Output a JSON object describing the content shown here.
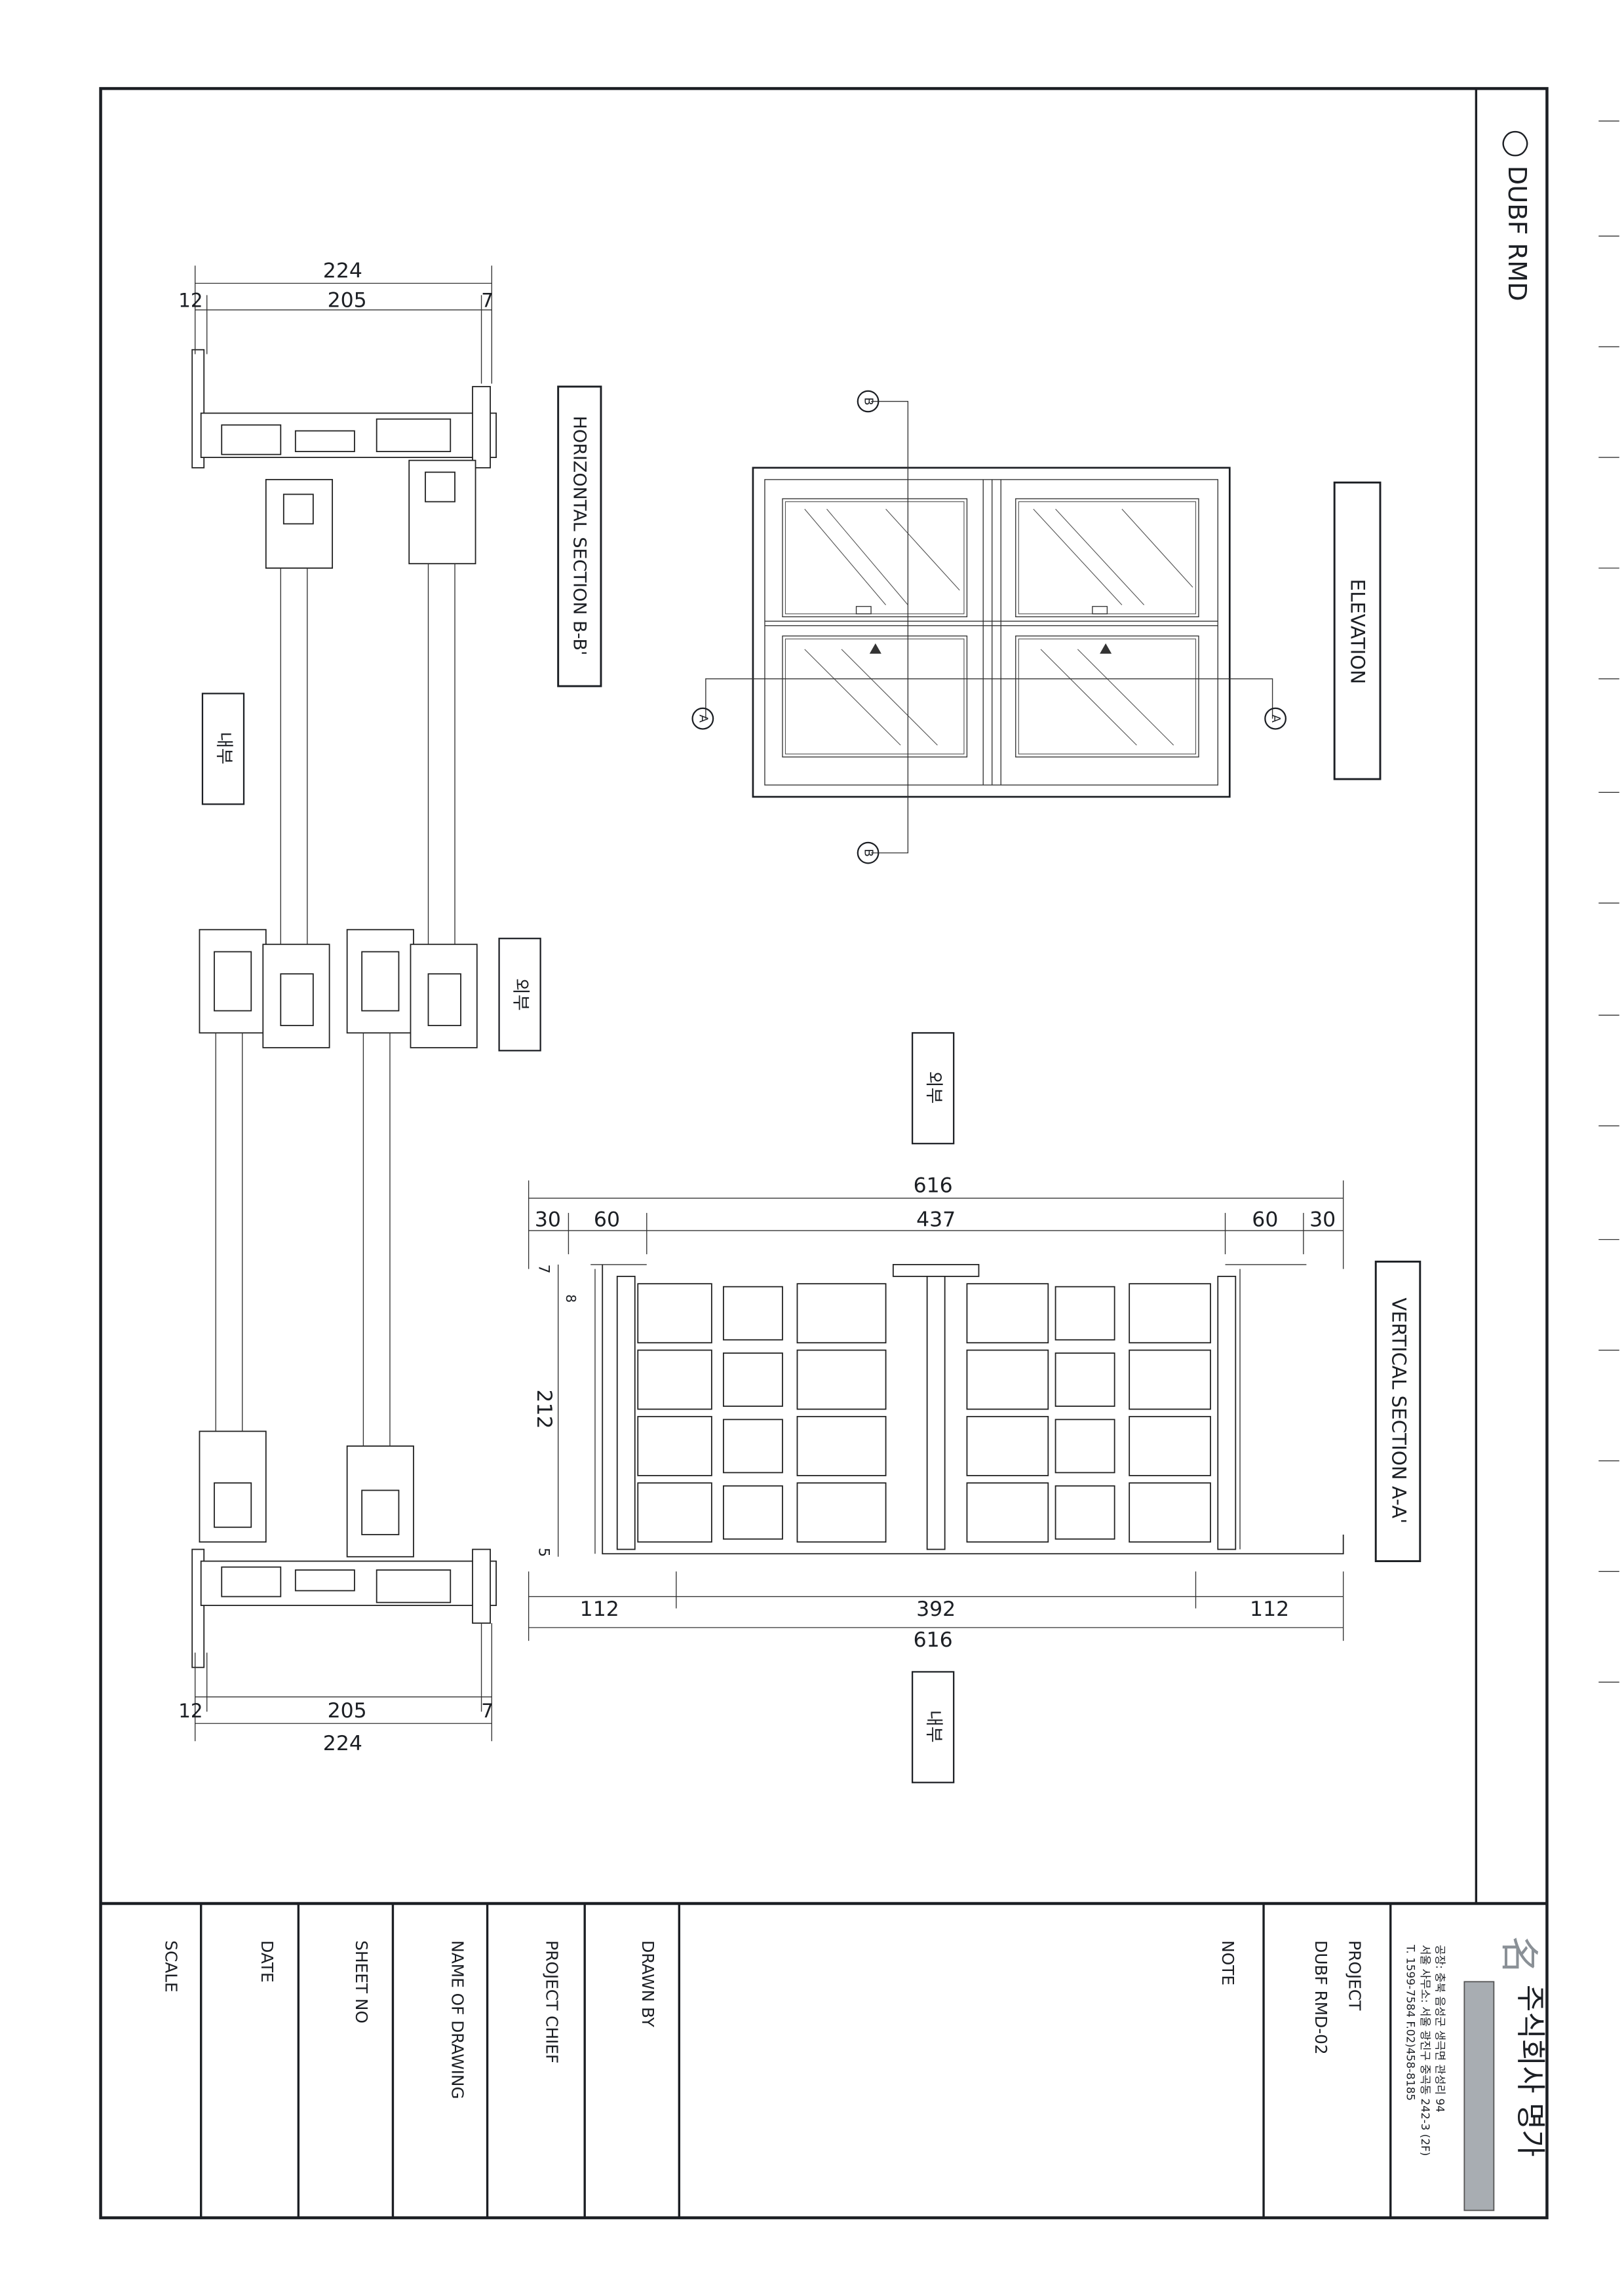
{
  "sheet_title": "◯ DUBF RMD",
  "views": {
    "elevation": "ELEVATION",
    "horizontal_section": "HORIZONTAL SECTION B-B'",
    "vertical_section": "VERTICAL SECTION A-A'"
  },
  "section_markers": {
    "a": "A",
    "b": "B"
  },
  "side_labels": {
    "interior": "내부",
    "exterior": "외부"
  },
  "horizontal_dims": {
    "top_total": "224",
    "top_inner": "205",
    "top_left": "12",
    "top_right": "7",
    "bottom_total": "224",
    "bottom_inner": "205",
    "bottom_left": "12",
    "bottom_right": "7"
  },
  "vertical_dims": {
    "top_total": "616",
    "top_a": "30",
    "top_b": "60",
    "top_mid": "437",
    "top_c": "60",
    "top_d": "30",
    "bottom_a": "112",
    "bottom_mid": "392",
    "bottom_b": "112",
    "bottom_total": "616",
    "depth": "212",
    "depth_a": "7",
    "depth_b": "8",
    "depth_c": "5"
  },
  "title_block": {
    "scale": "SCALE",
    "date": "DATE",
    "sheet_no": "SHEET NO",
    "name_of_drawing": "NAME OF DRAWING",
    "project_chief": "PROJECT CHIEF",
    "drawn_by": "DRAWN BY",
    "note": "NOTE",
    "project_label": "PROJECT",
    "project_value": "DUBF RMD-02"
  },
  "company": {
    "name": "주식회사 명가",
    "factory": "공장: 충북 음성군 생극면 관성리 94",
    "office": "서울 사무소: 서울 광진구 중곡동 242-3 (2F)",
    "phone": "T. 1599-7584   F.02)458-8185",
    "logo_color": "#8a9096"
  }
}
